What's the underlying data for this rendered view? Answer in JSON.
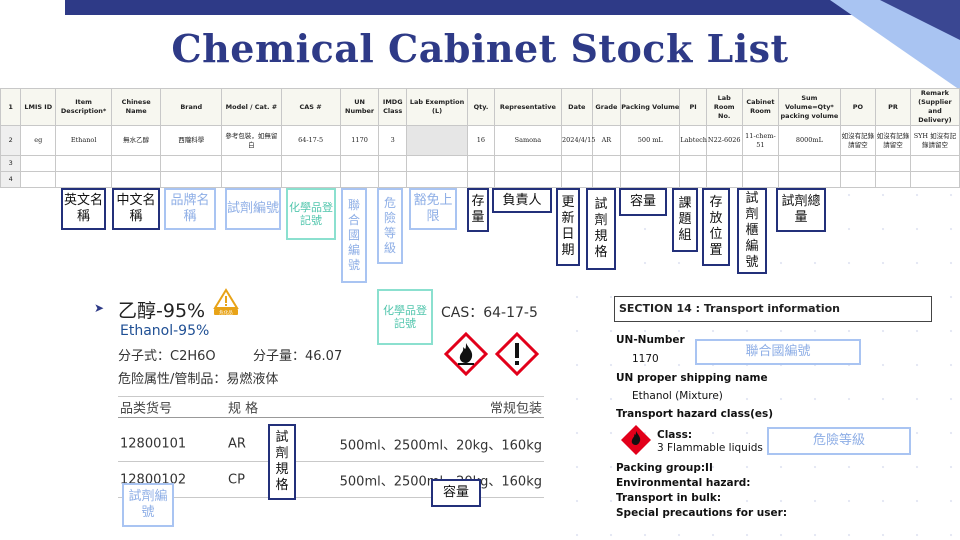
{
  "title": "Chemical Cabinet Stock List",
  "sheet": {
    "row_numbers": [
      "1",
      "2",
      "3",
      "4"
    ],
    "headers": [
      "LMIS ID",
      "Item Description*",
      "Chinese Name",
      "Brand",
      "Model / Cat. #",
      "CAS #",
      "UN Number",
      "IMDG Class",
      "Lab Exemption (L)",
      "Qty.",
      "Representative",
      "Date",
      "Grade",
      "Packing Volume",
      "PI",
      "Lab Room No.",
      "Cabinet Room",
      "Sum Volume=Qty* packing volume",
      "PO",
      "PR",
      "Remark (Supplier and Delivery)"
    ],
    "row2": [
      "eg",
      "Ethanol",
      "無水乙醇",
      "西隴科學",
      "參考包裝，如無留白",
      "64-17-5",
      "1170",
      "3",
      "",
      "16",
      "Samona",
      "2024/4/15",
      "AR",
      "500 mL",
      "Labtech",
      "N22-6026",
      "11-chem-51",
      "8000mL",
      "如沒有記錄請留空",
      "如沒有記錄請留空",
      "SYH 如沒有記錄請留空"
    ]
  },
  "labels": {
    "english_name": "英文名稱",
    "chinese_name": "中文名稱",
    "brand": "品牌名稱",
    "model": "試劑編號",
    "cas": "化學品登記號",
    "un": "聯合國編號",
    "hazard": "危險等級",
    "exemption": "豁免上限",
    "qty": "存量",
    "representative": "負責人",
    "date": "更新日期",
    "grade": "試劑規格",
    "volume": "容量",
    "pi": "課題組",
    "room": "存放位置",
    "cabinet": "試劑櫃編號",
    "sum": "試劑總量",
    "cas2": "化學品登記號",
    "un2": "聯合國編號",
    "hazard2": "危險等級",
    "grade2": "試劑規格",
    "model2": "試劑編號",
    "volume2": "容量"
  },
  "product": {
    "name_cn": "乙醇-95%",
    "name_en": "Ethanol-95%",
    "formula": "分子式：C2H6O",
    "mw": "分子量：46.07",
    "hazard": "危险属性/管制品：易燃液体",
    "cas": "CAS：64-17-5",
    "warn_tag": "危化品",
    "table_headers": [
      "品类货号",
      "规 格",
      "常规包装"
    ],
    "rows": [
      [
        "12800101",
        "AR",
        "500ml、2500ml、20kg、160kg"
      ],
      [
        "12800102",
        "CP",
        "500ml、2500ml、20kg、160kg"
      ]
    ]
  },
  "transport": {
    "section": "SECTION 14 : Transport information",
    "un_label": "UN-Number",
    "un_value": "1170",
    "ship_label": "UN proper shipping name",
    "ship_value": "Ethanol (Mixture)",
    "class_label": "Transport hazard class(es)",
    "class_title": "Class:",
    "class_value": "3 Flammable liquids",
    "packing": "Packing group:II",
    "env": "Environmental hazard:",
    "bulk": "Transport in bulk:",
    "special": "Special precautions for user:"
  },
  "colors": {
    "navy": "#2e3a87",
    "light_blue": "#a9c4f2",
    "teal": "#8be0cf",
    "ghs_red": "#e2001a"
  }
}
